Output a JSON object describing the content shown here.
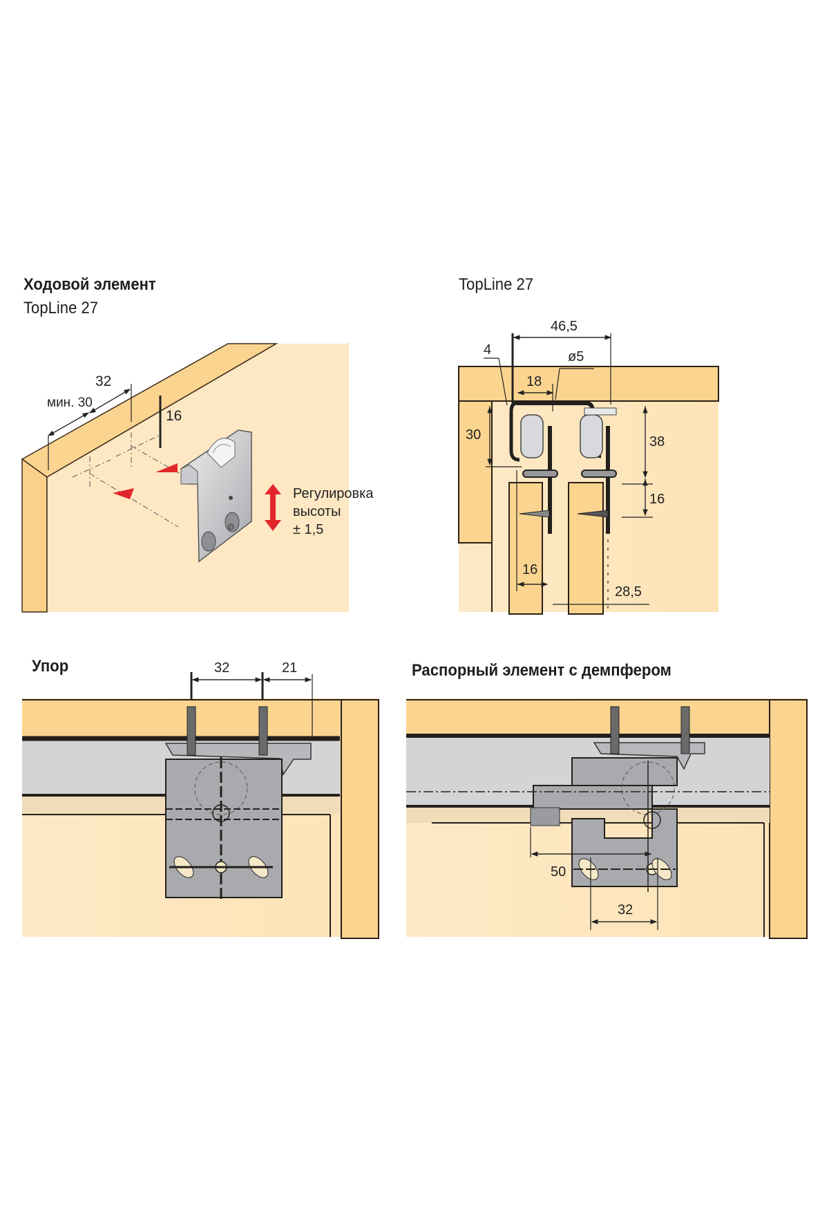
{
  "panels": {
    "runner": {
      "title_line1": "Ходовой элемент",
      "title_line2": "TopLine 27",
      "dims": {
        "min_offset": "мин. 30",
        "hole_spacing": "32",
        "height": "16"
      },
      "adjust_label_line1": "Регулировка",
      "adjust_label_line2": "высоты",
      "adjust_label_line3": "± 1,5"
    },
    "section": {
      "title": "TopLine 27",
      "dims": {
        "d46": "46,5",
        "d4": "4",
        "d5": "ø5",
        "d18": "18",
        "d30": "30",
        "d38": "38",
        "d16_right": "16",
        "d16_bottom": "16",
        "d28": "28,5"
      }
    },
    "stop": {
      "title": "Упор",
      "dims": {
        "d32": "32",
        "d21": "21"
      }
    },
    "spacer": {
      "title": "Распорный элемент с демпфером",
      "dims": {
        "d50": "50",
        "d32": "32"
      }
    }
  },
  "colors": {
    "wood_light": "#fde7c0",
    "wood_mid": "#fbd48f",
    "rail_gray": "#d3d4d6",
    "metal_gray": "#a9aaae",
    "arrow_red": "#e3262b",
    "line_dark": "#231f1c"
  }
}
